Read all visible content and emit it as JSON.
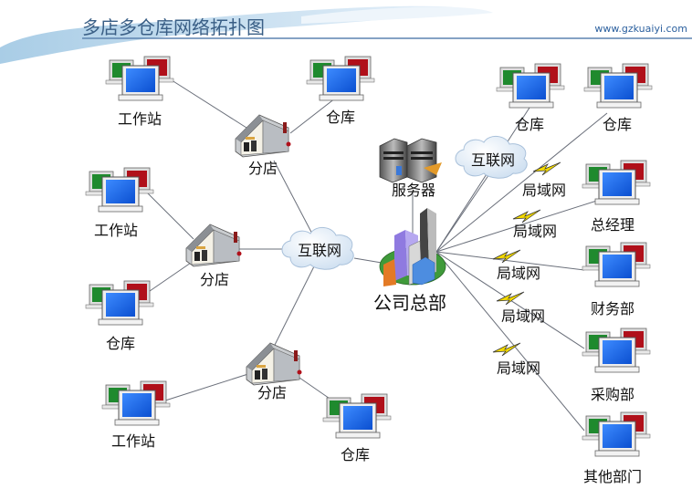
{
  "title": "多店多仓库网络拓扑图",
  "website": "www.gzkuaiyi.com",
  "nodes": {
    "workstation_1": "工作站",
    "workstation_2": "工作站",
    "workstation_3": "工作站",
    "warehouse_top": "仓库",
    "warehouse_left": "仓库",
    "warehouse_bottom": "仓库",
    "warehouse_r1": "仓库",
    "warehouse_r2": "仓库",
    "branch_1": "分店",
    "branch_2": "分店",
    "branch_3": "分店",
    "internet_center": "互联网",
    "internet_right": "互联网",
    "server": "服务器",
    "hq": "公司总部",
    "general_manager": "总经理",
    "finance": "财务部",
    "purchasing": "采购部",
    "other_depts": "其他部门"
  },
  "links": {
    "lan_1": "局域网",
    "lan_2": "局域网",
    "lan_3": "局域网",
    "lan_4": "局域网",
    "lan_5": "局域网"
  },
  "colors": {
    "title": "#3a5f86",
    "line": "#6a6f7a",
    "cloud": "#dce9f6",
    "screen_blue": "#1e6ff2",
    "screen_red": "#b0101a",
    "screen_green": "#1f8a2e",
    "lightning": "#f2d800"
  }
}
